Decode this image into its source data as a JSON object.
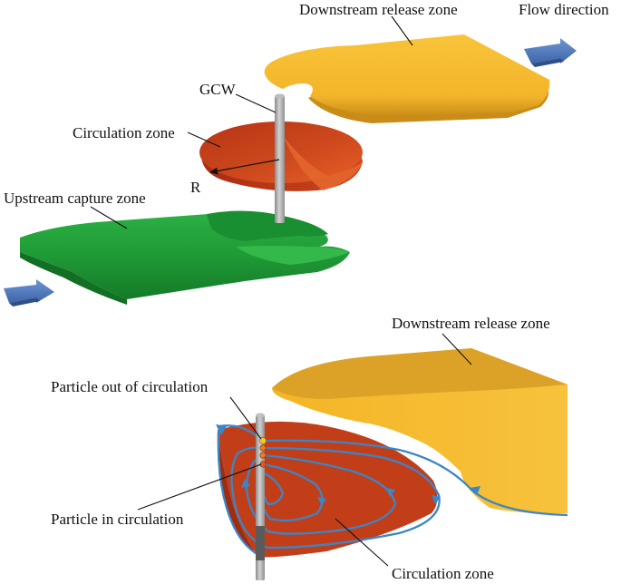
{
  "top_diagram": {
    "labels": {
      "downstream_release_zone": "Downstream release zone",
      "flow_direction": "Flow direction",
      "gcw": "GCW",
      "circulation_zone": "Circulation zone",
      "radius": "R",
      "upstream_capture_zone": "Upstream capture zone"
    }
  },
  "bottom_diagram": {
    "labels": {
      "downstream_release_zone": "Downstream release zone",
      "particle_out_of_circulation": "Particle out of circulation",
      "particle_in_circulation": "Particle in circulation",
      "circulation_zone": "Circulation zone"
    }
  },
  "colors": {
    "release_zone": "#f6b92a",
    "circulation_zone": "#c9401b",
    "capture_zone": "#22a03a",
    "flow_arrow": "#4f79bd",
    "streamline": "#3a86c8",
    "well": "#a9a9a9"
  }
}
